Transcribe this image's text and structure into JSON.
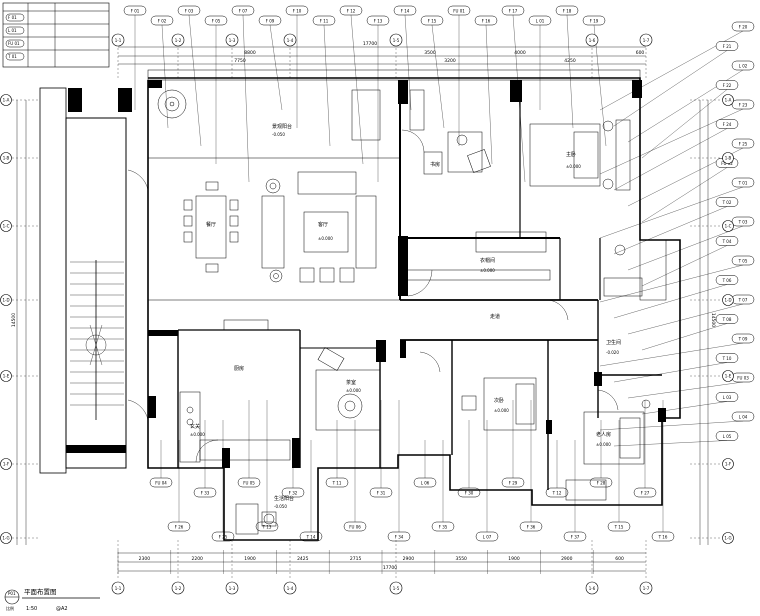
{
  "legend": {
    "rows": [
      {
        "code": "F 01",
        "text": ""
      },
      {
        "code": "L 01",
        "text": ""
      },
      {
        "code": "FU 01",
        "text": ""
      },
      {
        "code": "T 01",
        "text": ""
      }
    ]
  },
  "axes": {
    "top": [
      "1-1",
      "1-2",
      "1-3",
      "1-4",
      "1-5",
      "1-6",
      "1-7"
    ],
    "bottom": [
      "1-1",
      "1-2",
      "1-3",
      "1-4",
      "1-5",
      "1-6",
      "1-7"
    ],
    "left": [
      "1-A",
      "1-B",
      "1-C",
      "1-D",
      "1-E",
      "1-F",
      "1-G"
    ],
    "right": [
      "1-A",
      "1-B",
      "1-C",
      "1-D",
      "1-E",
      "1-F",
      "1-G"
    ]
  },
  "dimensions": {
    "top_total": "17700",
    "top_sub": [
      "8800",
      "3500",
      "4000",
      "600"
    ],
    "top_detail": [
      "7750",
      "3200",
      "4250"
    ],
    "bottom_total": "17700",
    "bottom_sub": [
      "2300",
      "2200",
      "1900",
      "2425",
      "2715",
      "2900",
      "3550",
      "1900",
      "2900",
      "600"
    ],
    "left_total": "14500",
    "right_total": "14500"
  },
  "rooms": [
    {
      "name": "餐厅",
      "level": ""
    },
    {
      "name": "客厅",
      "level": "±0.000"
    },
    {
      "name": "主卧",
      "level": "±0.000"
    },
    {
      "name": "书房",
      "level": ""
    },
    {
      "name": "衣帽间",
      "level": "±0.000"
    },
    {
      "name": "厨房",
      "level": ""
    },
    {
      "name": "次卧",
      "level": "±0.000"
    },
    {
      "name": "老人房",
      "level": "±0.000"
    },
    {
      "name": "卫生间",
      "level": "-0.020"
    },
    {
      "name": "生活阳台",
      "level": "-0.050"
    },
    {
      "name": "茶室",
      "level": "±0.000"
    },
    {
      "name": "玄关",
      "level": "±0.000"
    },
    {
      "name": "走道",
      "level": ""
    },
    {
      "name": "景观阳台",
      "level": "-0.050"
    }
  ],
  "callouts": {
    "top": [
      "F 01",
      "F 02",
      "F 03",
      "F 05",
      "F 07",
      "F 09",
      "F 10",
      "F 11",
      "F 12",
      "F 13",
      "F 14",
      "F 15",
      "FU 01",
      "F 16",
      "F 17",
      "L 01",
      "F 18",
      "F 19"
    ],
    "right": [
      "F 20",
      "F 21",
      "L 02",
      "F 22",
      "F 23",
      "F 24",
      "F 25",
      "FU 02",
      "T 01",
      "T 02",
      "T 03",
      "T 04",
      "T 05",
      "T 06",
      "T 07",
      "T 08",
      "T 09",
      "T 10",
      "FU 03",
      "L 03",
      "L 04",
      "L 05"
    ],
    "bottom": [
      "FU 04",
      "F 33",
      "FU 05",
      "F 32",
      "T 11",
      "F 31",
      "L 06",
      "F 30",
      "F 29",
      "T 12",
      "F 28",
      "F 27",
      "F 26",
      "F 25",
      "T 13",
      "T 14",
      "FU 06",
      "F 34",
      "F 35",
      "L 07",
      "F 36",
      "F 37",
      "T 15",
      "T 16"
    ]
  },
  "title": {
    "name": "平面布置图",
    "scale_label": "比例",
    "scale_value": "1:50",
    "sheet": "@A2"
  }
}
